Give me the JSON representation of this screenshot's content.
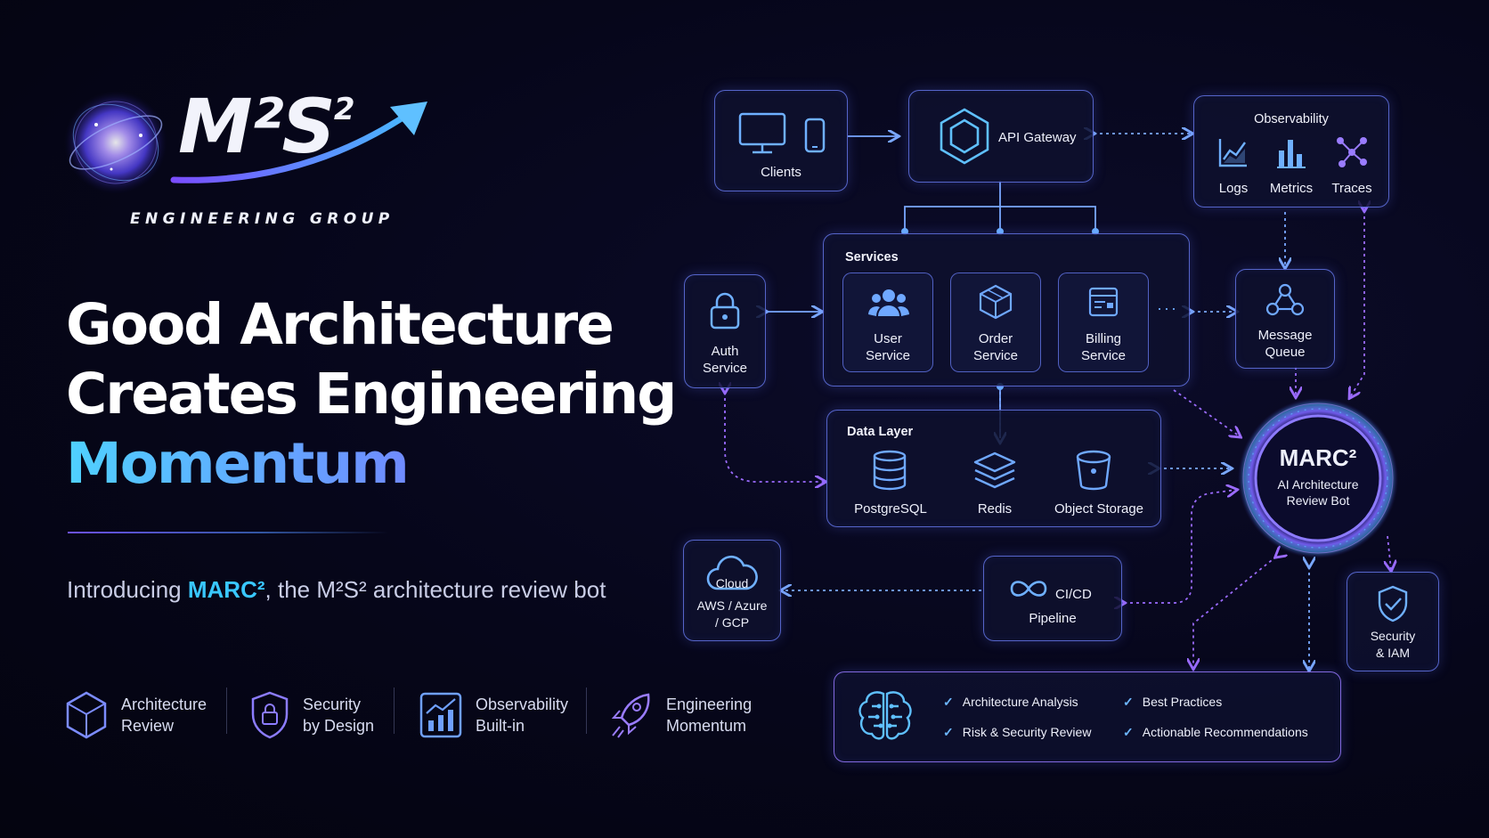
{
  "brand": {
    "logo_text": "M²S",
    "logo_sup": "2",
    "subtitle": "ENGINEERING GROUP"
  },
  "headline": {
    "line1": "Good Architecture",
    "line2": "Creates Engineering",
    "line3": "Momentum"
  },
  "intro": {
    "prefix": "Introducing ",
    "bot_name": "MARC²",
    "suffix": ", the M²S² architecture review bot"
  },
  "features": [
    {
      "line1": "Architecture",
      "line2": "Review"
    },
    {
      "line1": "Security",
      "line2": "by Design"
    },
    {
      "line1": "Observability",
      "line2": "Built-in"
    },
    {
      "line1": "Engineering",
      "line2": "Momentum"
    }
  ],
  "diagram": {
    "clients": "Clients",
    "api_gateway": "API Gateway",
    "observability": {
      "title": "Observability",
      "items": [
        "Logs",
        "Metrics",
        "Traces"
      ]
    },
    "auth": {
      "line1": "Auth",
      "line2": "Service"
    },
    "services": {
      "title": "Services",
      "items": [
        {
          "line1": "User",
          "line2": "Service"
        },
        {
          "line1": "Order",
          "line2": "Service"
        },
        {
          "line1": "Billing",
          "line2": "Service"
        }
      ]
    },
    "message_queue": {
      "line1": "Message",
      "line2": "Queue"
    },
    "data_layer": {
      "title": "Data Layer",
      "items": [
        "PostgreSQL",
        "Redis",
        "Object Storage"
      ]
    },
    "marc": {
      "name": "MARC²",
      "line1": "AI Architecture",
      "line2": "Review Bot"
    },
    "cloud": {
      "icon_label": "Cloud",
      "line1": "AWS / Azure",
      "line2": "/ GCP"
    },
    "cicd": {
      "line1": "CI/CD",
      "line2": "Pipeline"
    },
    "security_iam": {
      "line1": "Security",
      "line2": "& IAM"
    },
    "capabilities": [
      "Architecture Analysis",
      "Best Practices",
      "Risk & Security Review",
      "Actionable Recommendations"
    ]
  },
  "colors": {
    "accent_cyan": "#39c8ff",
    "accent_violet": "#a565ff",
    "box_border": "#6e82ff",
    "background": "#06061a"
  }
}
